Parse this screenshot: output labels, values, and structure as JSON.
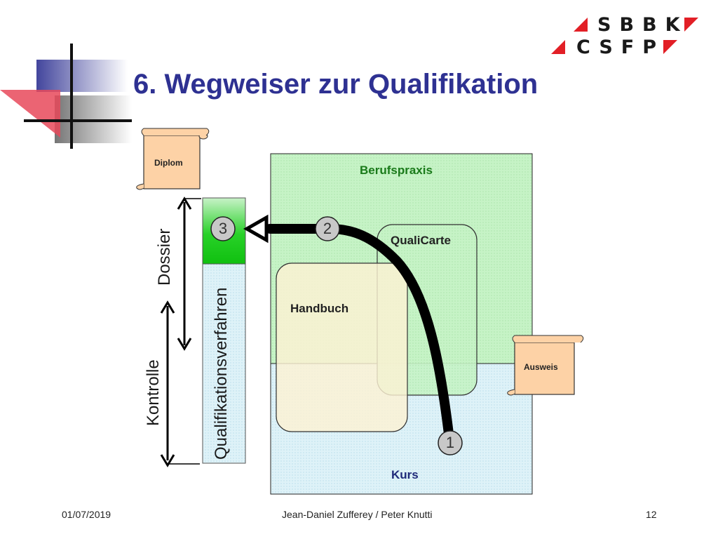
{
  "slide": {
    "title": "6. Wegweiser zur Qualifikation"
  },
  "logo": {
    "row1": "SBBK",
    "row2": "CSFP",
    "accent_color": "#e21f26"
  },
  "diagram": {
    "berufspraxis": "Berufspraxis",
    "qualicarte": "QualiCarte",
    "handbuch": "Handbuch",
    "kurs": "Kurs",
    "diplom": "Diplom",
    "ausweis": "Ausweis",
    "dossier": "Dossier",
    "kontrolle": "Kontrolle",
    "qualifikationsverfahren": "Qualifikationsverfahren",
    "nodes": [
      "1",
      "2",
      "3"
    ],
    "colors": {
      "green_area": "#ccf5cc",
      "blue_area": "#daf0f6",
      "handbuch_fill": "#fdf1d3",
      "scroll_fill": "#fdd2a6",
      "title_color": "#2e3192"
    }
  },
  "footer": {
    "date": "01/07/2019",
    "authors": "Jean-Daniel Zufferey / Peter Knutti",
    "page": "12"
  }
}
